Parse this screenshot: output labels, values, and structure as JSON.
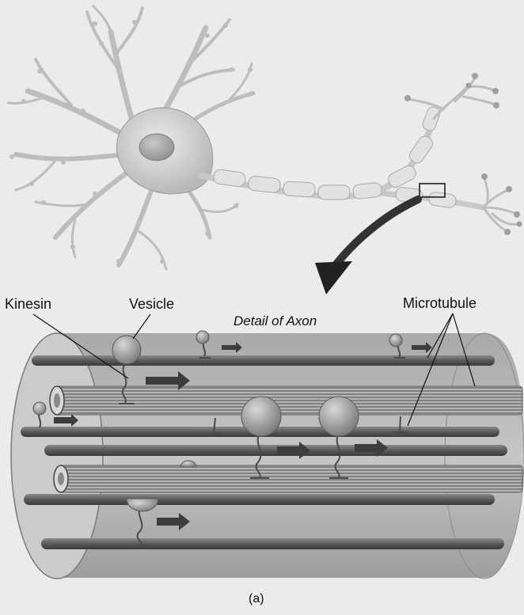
{
  "labels": {
    "kinesin": "Kinesin",
    "vesicle": "Vesicle",
    "detail": "Detail of Axon",
    "microtubule": "Microtubule",
    "caption": "(a)"
  },
  "colors": {
    "background": "#ebebe9",
    "neuron_fill": "#d6d6d6",
    "myelin": "#e3e3e3",
    "cylinder": "#b9b9b9",
    "microtubule_dark": "#4a4a4a",
    "microtubule_light": "#8a8a8a",
    "vesicle": "#9a9a9a",
    "arrow": "#444444"
  }
}
